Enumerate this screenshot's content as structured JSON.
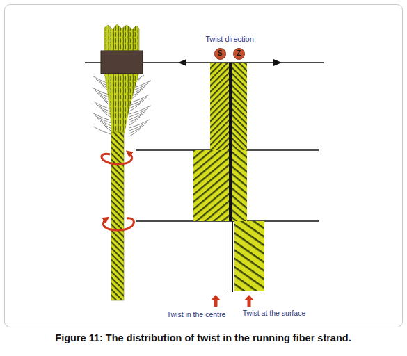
{
  "diagram": {
    "caption": "Figure 11: The distribution of twist in the running fiber strand.",
    "nodes": [
      {
        "text": [
          "S"
        ]
      },
      {
        "text": [
          "Z"
        ]
      }
    ],
    "labels": [
      "Twist direction",
      "Twist in the centre",
      "Twist at the surface"
    ]
  }
}
